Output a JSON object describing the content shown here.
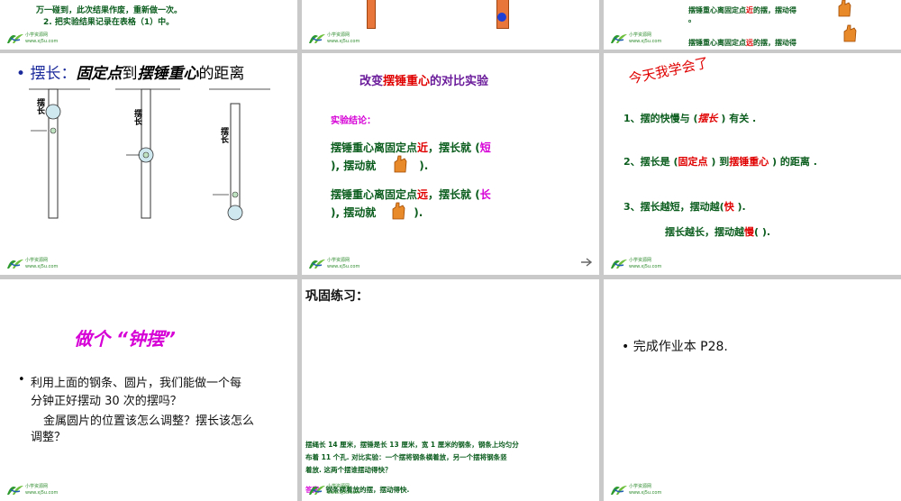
{
  "logo": {
    "line1": "小学资源网",
    "line2": "www.xj5u.com"
  },
  "s1": {
    "line1": "万一碰到，此次结果作废，重新做一次。",
    "line2": "2. 把实验结果记录在表格（1）中。"
  },
  "s3": {
    "line1_a": "摆锤重心离固定点",
    "line1_b": "近",
    "line1_c": "的摆，摆动得",
    "dot": "。",
    "line2_a": "摆锤重心离固定点",
    "line2_b": "远",
    "line2_c": "的摆，摆动得"
  },
  "s4": {
    "bullet": "•",
    "term": "摆长",
    "colon": "：",
    "p1": "固定点",
    "p2": "到",
    "p3": "摆锤重心",
    "p4": "的距离",
    "label_a": "摆长",
    "label_b": "摆长",
    "label_c": "摆长"
  },
  "s5": {
    "title_a": "改变",
    "title_b": "摆锤重心",
    "title_c": "的对比实验",
    "conclusion": "实验结论：",
    "l1_a": "摆锤重心离固定点",
    "l1_b": "近",
    "l1_c": "，摆长就 (",
    "l1_d": "短",
    "l2_a": "), 摆动就",
    "l2_b": ").",
    "l3_a": "摆锤重心离固定点",
    "l3_b": "远",
    "l3_c": "，摆长就 (",
    "l3_d": "长",
    "l4_a": "), 摆动就",
    "l4_b": ")."
  },
  "s6": {
    "title": "今天我学会了",
    "i1_a": "1、摆的快慢与 (",
    "i1_b": "摆长",
    "i1_c": " ) 有关 .",
    "i2_a": "2、摆长是 (",
    "i2_b": "固定点",
    "i2_c": " ) 到",
    "i2_d": "摆锤重心",
    "i2_e": "  ) 的距离 .",
    "i3_a": "3、摆长越短，摆动越(",
    "i3_b": "快",
    "i3_c": " ).",
    "i4_a": "摆长越长，摆动越",
    "i4_b": "慢",
    "i4_c": "(    )."
  },
  "s7": {
    "title": "做个 “钟摆”",
    "bullet": "•",
    "p1": "利用上面的钢条、圆片，我们能做一个每",
    "p2": "分钟正好摆动 30 次的摆吗？",
    "p3": "金属圆片的位置该怎么调整？摆长该怎么",
    "p4": "调整？"
  },
  "s8": {
    "title": "巩固练习：",
    "p1": "摆绳长 14 厘米，摆锤是长 13 厘米，宽 1 厘米的钢条，钢条上均匀分",
    "p2": "布着 11 个孔. 对比实验：一个摆将钢条横着放，另一个摆将钢条竖",
    "p3": "着放. 这两个摆谁摆动得快？",
    "ans_a": "答案：",
    "ans_b": "钢条横着放的摆，摆动得快."
  },
  "s9": {
    "bullet": "•",
    "text": "完成作业本 P28."
  },
  "colors": {
    "green": "#0b5d1e",
    "red": "#e00000",
    "pink": "#d600d6",
    "purple": "#7b1fa2",
    "orange": "#e07b00"
  }
}
